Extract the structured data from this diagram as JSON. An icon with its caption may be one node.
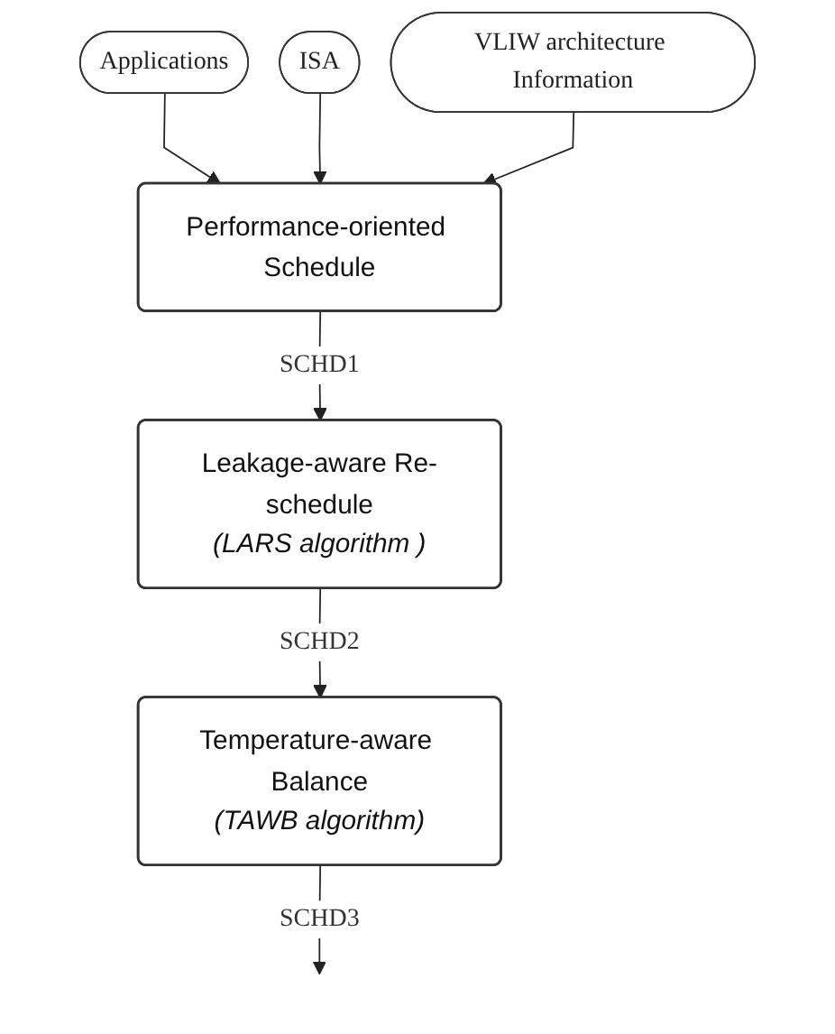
{
  "diagram": {
    "nodes": [
      {
        "text": [
          "Applications"
        ]
      },
      {
        "text": [
          "ISA"
        ]
      },
      {
        "text": [
          "VLIW architecture Information"
        ]
      },
      {
        "text": [
          "Performance-oriented Schedule"
        ]
      },
      {
        "text": [
          "Leakage-aware Re-schedule",
          "(LARS algorithm )"
        ]
      },
      {
        "text": [
          "Temperature-aware Balance",
          "(TAWB algorithm)"
        ]
      }
    ],
    "edges": [
      {
        "from": 0,
        "to": 3,
        "arrow": "to"
      },
      {
        "from": 1,
        "to": 3,
        "arrow": "to"
      },
      {
        "from": 2,
        "to": 3,
        "arrow": "to"
      },
      {
        "from": 3,
        "to": 4,
        "label": "SCHD1",
        "arrow": "to"
      },
      {
        "from": 4,
        "to": 5,
        "label": "SCHD2",
        "arrow": "to"
      },
      {
        "from": 5,
        "to": null,
        "label": "SCHD3",
        "arrow": "to"
      }
    ]
  }
}
